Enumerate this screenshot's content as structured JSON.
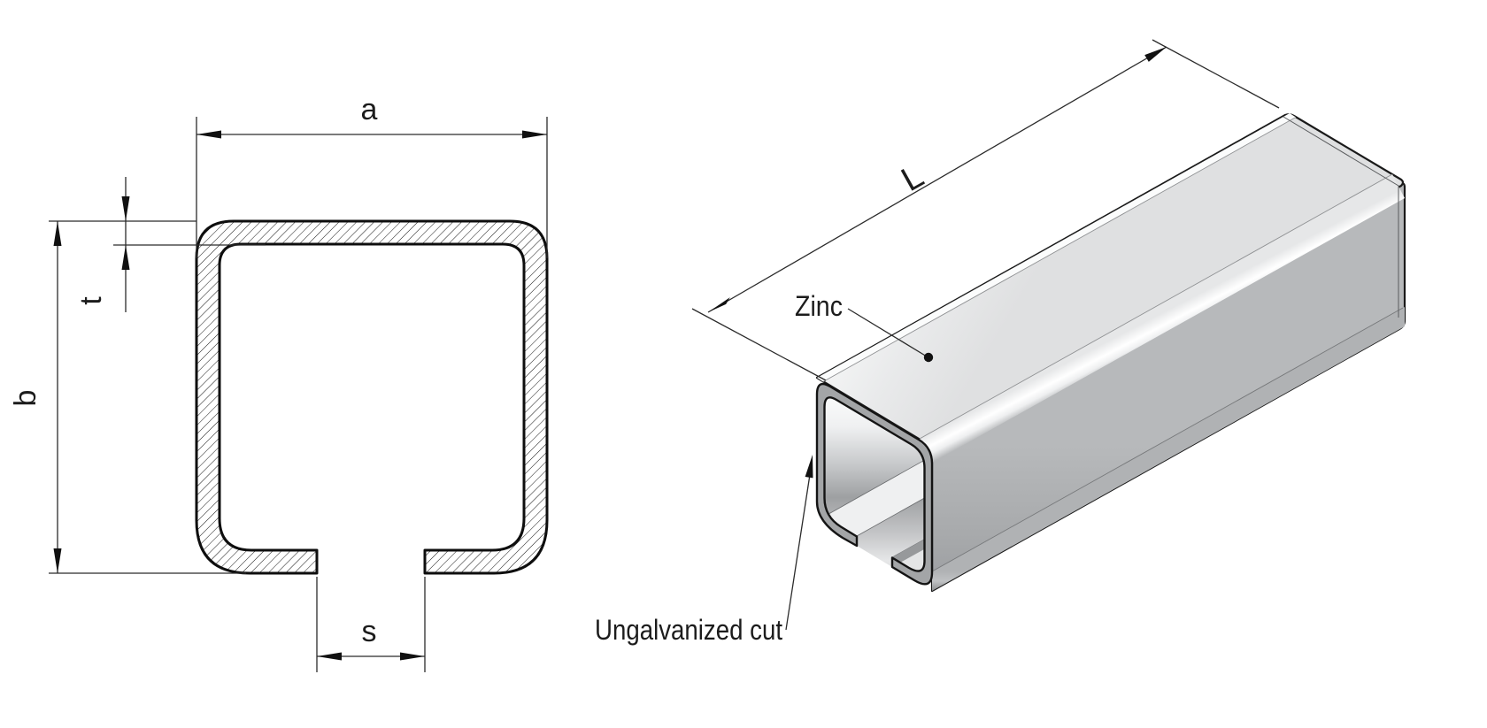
{
  "section_view": {
    "width_label": "a",
    "height_label": "b",
    "thickness_label": "t",
    "slot_label": "s"
  },
  "iso_view": {
    "length_label": "L",
    "coating_label": "Zinc",
    "cut_note_label": "Ungalvanized cut"
  },
  "colors": {
    "line": "#1a1a1a",
    "dim_line": "#2b2b2b",
    "top_face": "#e9eaeb",
    "side_face": "#a8aaac",
    "cut_face": "#a3a5a7",
    "highlight": "#ffffff"
  }
}
